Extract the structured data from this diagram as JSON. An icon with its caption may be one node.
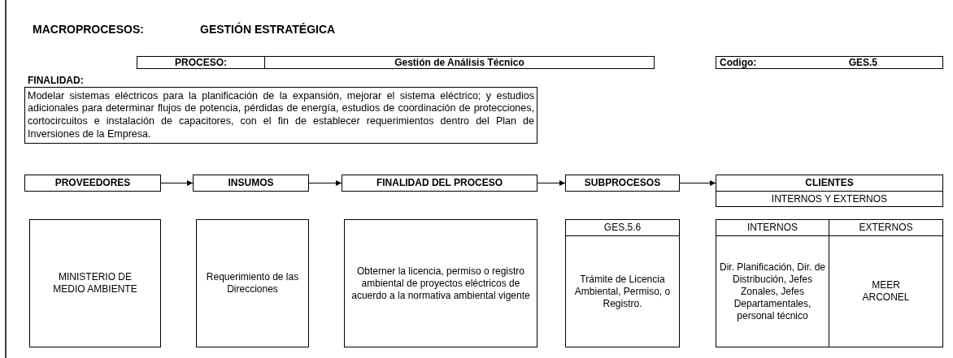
{
  "diagram": {
    "nodes": [
      {
        "text": [
          "PROCESO:"
        ]
      },
      {
        "text": [
          "Gestión de Análisis Técnico"
        ]
      },
      {
        "text": [
          "Codigo:",
          "GES.5"
        ]
      },
      {
        "text": [
          "Modelar sistemas eléctricos para la planificación de la expansión, mejorar el sistema eléctrico; y estudios adicionales para determinar flujos de potencia, pérdidas de energía, estudios de coordinación de protecciones, cortocircuitos e instalación de capacitores,  con el fin de establecer requerimientos dentro del Plan de Inversiones de la Empresa."
        ]
      },
      {
        "text": [
          "PROVEEDORES"
        ]
      },
      {
        "text": [
          "INSUMOS"
        ]
      },
      {
        "text": [
          "FINALIDAD DEL PROCESO"
        ]
      },
      {
        "text": [
          "SUBPROCESOS"
        ]
      },
      {
        "text": [
          "CLIENTES"
        ]
      },
      {
        "text": [
          "INTERNOS Y EXTERNOS"
        ]
      },
      {
        "text": [
          "MINISTERIO DE MEDIO AMBIENTE"
        ]
      },
      {
        "text": [
          "Requerimiento de las Direcciones"
        ]
      },
      {
        "text": [
          "Obterner la licencia, permiso o registro ambiental de proyectos eléctricos de acuerdo a la normativa ambiental vigente"
        ]
      },
      {
        "text": [
          "GES.5.6"
        ]
      },
      {
        "text": [
          "Trámite de Licencia Ambiental, Permiso, o Registro."
        ]
      },
      {
        "text": [
          "INTERNOS"
        ]
      },
      {
        "text": [
          "EXTERNOS"
        ]
      },
      {
        "text": [
          "Dir. Planificación, Dir. de Distribución, Jefes Zonales, Jefes Departamentales, personal técnico"
        ]
      },
      {
        "text": [
          "MEER ARCONEL"
        ]
      }
    ],
    "edges": [
      {
        "from": 4,
        "to": 5,
        "arrow": "to"
      },
      {
        "from": 5,
        "to": 6,
        "arrow": "to"
      },
      {
        "from": 6,
        "to": 7,
        "arrow": "to"
      },
      {
        "from": 7,
        "to": 8,
        "arrow": "to"
      }
    ],
    "labels": [
      "MACROPROCESOS:",
      "GESTIÓN ESTRATÉGICA",
      "FINALIDAD:"
    ]
  }
}
